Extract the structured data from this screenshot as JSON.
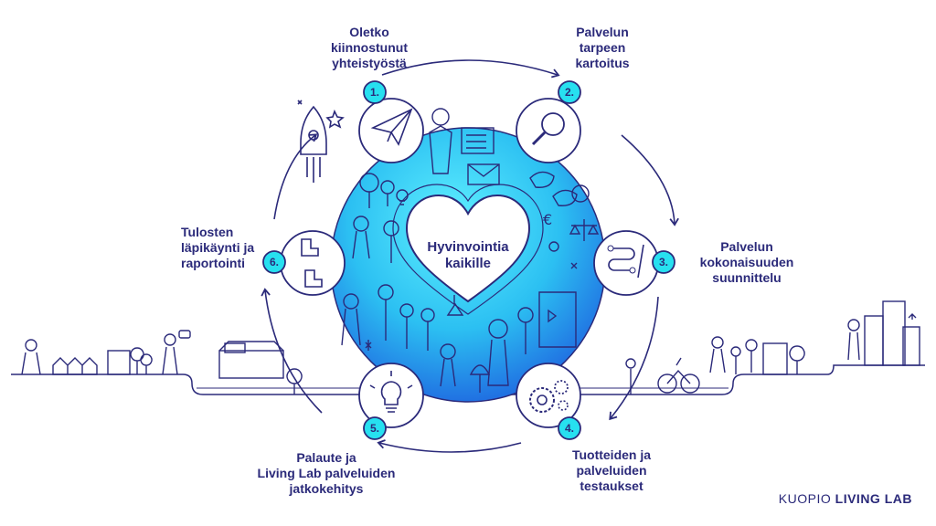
{
  "center": {
    "line1": "Hyvinvointia",
    "line2": "kaikille"
  },
  "steps": [
    {
      "number": "1.",
      "lines": [
        "Oletko",
        "kiinnostunut",
        "yhteistyöstä"
      ]
    },
    {
      "number": "2.",
      "lines": [
        "Palvelun",
        "tarpeen",
        "kartoitus"
      ]
    },
    {
      "number": "3.",
      "lines": [
        "Palvelun",
        "kokonaisuuden",
        "suunnittelu"
      ]
    },
    {
      "number": "4.",
      "lines": [
        "Tuotteiden ja",
        "palveluiden",
        "testaukset"
      ]
    },
    {
      "number": "5.",
      "lines": [
        "Palaute ja",
        "Living Lab palveluiden",
        "jatkokehitys"
      ]
    },
    {
      "number": "6.",
      "lines": [
        "Tulosten",
        "läpikäynti ja",
        "raportointi"
      ]
    }
  ],
  "brand": {
    "prefix": "KUOPIO",
    "name": "LIVING LAB"
  },
  "colors": {
    "ink": "#2b2a7a",
    "accent": "#27e0f0",
    "gradient_light": "#43e6f5",
    "gradient_dark": "#1f7fe8"
  }
}
